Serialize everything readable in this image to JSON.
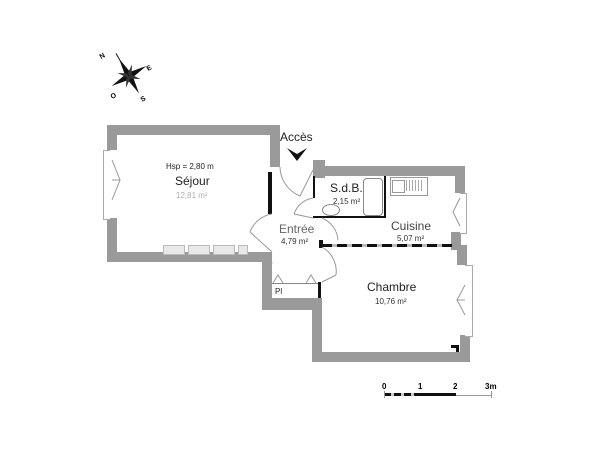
{
  "compass": {
    "icon": "compass-rose-icon",
    "labels": {
      "north": "N",
      "east": "E",
      "south": "S",
      "west": "O"
    }
  },
  "access": {
    "label": "Accès",
    "icon": "arrow-down-icon"
  },
  "ceiling_height": "Hsp = 2,80 m",
  "rooms": [
    {
      "id": "sejour",
      "name": "Séjour",
      "area": "12,81 m²"
    },
    {
      "id": "entree",
      "name": "Entrée",
      "area": "4,79 m²"
    },
    {
      "id": "sdb",
      "name": "S.d.B.",
      "area": "2,15 m²"
    },
    {
      "id": "cuisine",
      "name": "Cuisine",
      "area": "5,07 m²"
    },
    {
      "id": "chambre",
      "name": "Chambre",
      "area": "10,76 m²"
    },
    {
      "id": "placard",
      "name": "Pl",
      "area": ""
    }
  ],
  "scale_bar": {
    "ticks": [
      "0",
      "1",
      "2",
      "3m"
    ]
  },
  "colors": {
    "wall": "#9a9a9a",
    "partition": "#111111",
    "background": "#ffffff"
  }
}
